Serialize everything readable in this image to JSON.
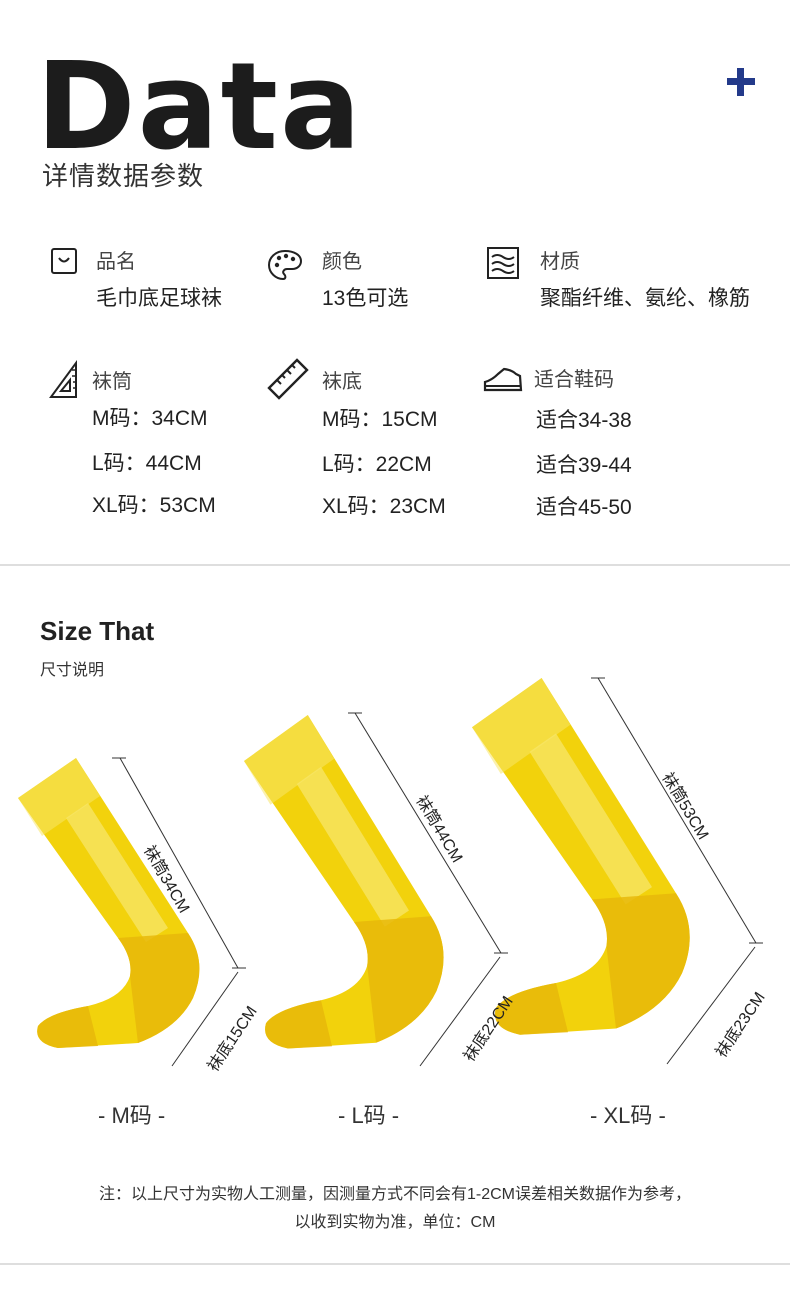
{
  "hero": {
    "title": "Data",
    "subtitle": "详情数据参数"
  },
  "specs": {
    "name": {
      "label": "品名",
      "value": "毛巾底足球袜",
      "icon": "shopping-bag-icon"
    },
    "color": {
      "label": "颜色",
      "value": "13色可选",
      "icon": "palette-icon"
    },
    "material": {
      "label": "材质",
      "value": "聚酯纤维、氨纶、橡筋",
      "icon": "fabric-icon"
    },
    "leg": {
      "label": "袜筒",
      "icon": "triangle-ruler-icon",
      "values": [
        "M码：34CM",
        "L码：44CM",
        "XL码：53CM"
      ]
    },
    "sole": {
      "label": "袜底",
      "icon": "ruler-icon",
      "values": [
        "M码：15CM",
        "L码：22CM",
        "XL码：23CM"
      ]
    },
    "shoe": {
      "label": "适合鞋码",
      "icon": "shoe-icon",
      "values": [
        "适合34-38",
        "适合39-44",
        "适合45-50"
      ]
    }
  },
  "size_section": {
    "title": "Size That",
    "subtitle": "尺寸说明",
    "socks": [
      {
        "size": "- M码 -",
        "leg": "袜筒34CM",
        "sole": "袜底15CM"
      },
      {
        "size": "- L码 -",
        "leg": "袜筒44CM",
        "sole": "袜底22CM"
      },
      {
        "size": "- XL码 -",
        "leg": "袜筒53CM",
        "sole": "袜底23CM"
      }
    ],
    "colors": {
      "sock": "#f2d20c",
      "sock_dark": "#e8b90a",
      "sock_light": "#f7e66a"
    }
  },
  "note": {
    "line1": "注：以上尺寸为实物人工测量，因测量方式不同会有1-2CM误差相关数据作为参考，",
    "line2": "以收到实物为准，单位：CM"
  }
}
